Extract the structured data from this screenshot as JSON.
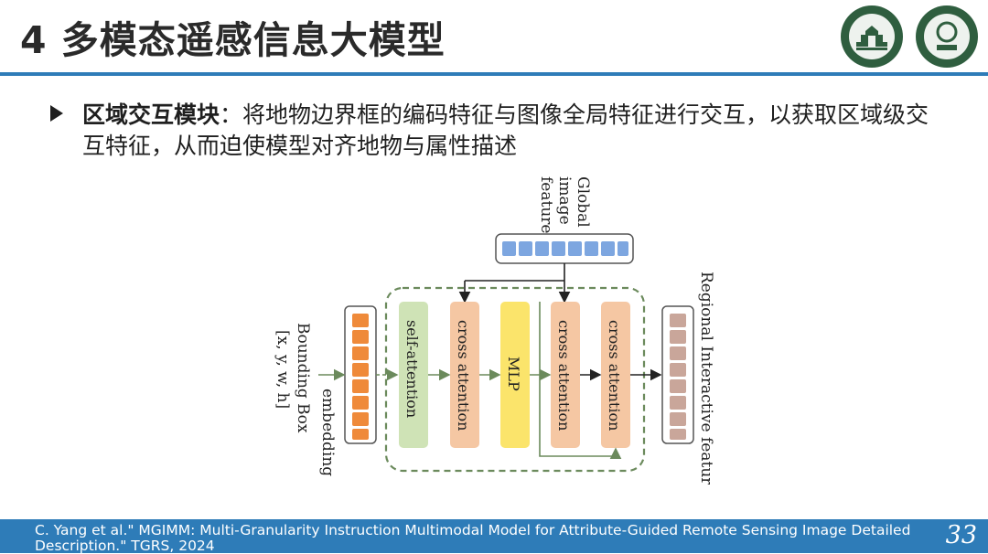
{
  "slide": {
    "title": "4 多模态遥感信息大模型",
    "page_number": "33"
  },
  "bullet": {
    "highlight": "区域交互模块",
    "text": "：将地物边界框的编码特征与图像全局特征进行交互，以获取区域级交互特征，从而迫使模型对齐地物与属性描述"
  },
  "diagram": {
    "global_label": [
      "Global",
      "image",
      "feature"
    ],
    "bbox_label": [
      "Bounding Box",
      "[x, y, w, h]"
    ],
    "embedding_label": "embedding",
    "blocks": [
      "self-attention",
      "cross attention",
      "MLP",
      "cross attention",
      "cross attention"
    ],
    "output_label": "Regional Interactive feature",
    "colors": {
      "self_attention": "#cfe3b6",
      "cross_attention": "#f5c7a3",
      "mlp": "#fbe46b",
      "global_cells": "#7da6e0",
      "embed_cells": "#ef8a3a",
      "output_cells": "#c9a69a",
      "dashed_box": "#6b8a5c"
    }
  },
  "footer": {
    "citation": "C. Yang et al.\" MGIMM: Multi-Granularity Instruction Multimodal Model for Attribute-Guided Remote Sensing Image Detailed Description.\" TGRS, 2024"
  }
}
